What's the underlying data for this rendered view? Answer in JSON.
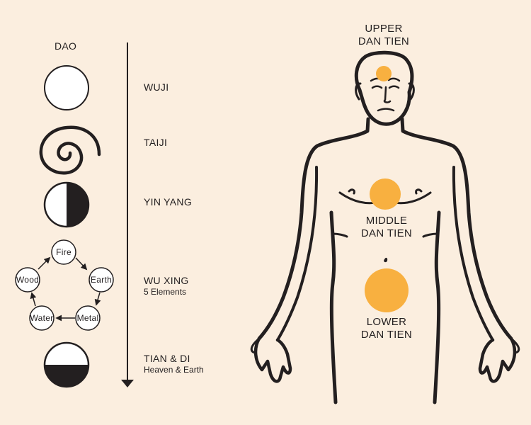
{
  "colors": {
    "background": "#FBEEDF",
    "ink": "#231F20",
    "dantian": "#F8B040"
  },
  "hierarchy": {
    "top_label": "DAO",
    "stages": [
      {
        "label": "WUJI",
        "sub": "",
        "symbol": "empty-circle"
      },
      {
        "label": "TAIJI",
        "sub": "",
        "symbol": "spiral"
      },
      {
        "label": "YIN YANG",
        "sub": "",
        "symbol": "half-black-circle"
      },
      {
        "label": "WU XING",
        "sub": "5 Elements",
        "symbol": "five-element-cycle"
      },
      {
        "label": "TIAN & DI",
        "sub": "Heaven & Earth",
        "symbol": "bottom-half-black-circle"
      }
    ],
    "elements": [
      "Fire",
      "Earth",
      "Metal",
      "Water",
      "Wood"
    ]
  },
  "body": {
    "upper_line1": "UPPER",
    "upper_line2": "DAN TIEN",
    "middle_line1": "MIDDLE",
    "middle_line2": "DAN TIEN",
    "lower_line1": "LOWER",
    "lower_line2": "DAN TIEN"
  }
}
